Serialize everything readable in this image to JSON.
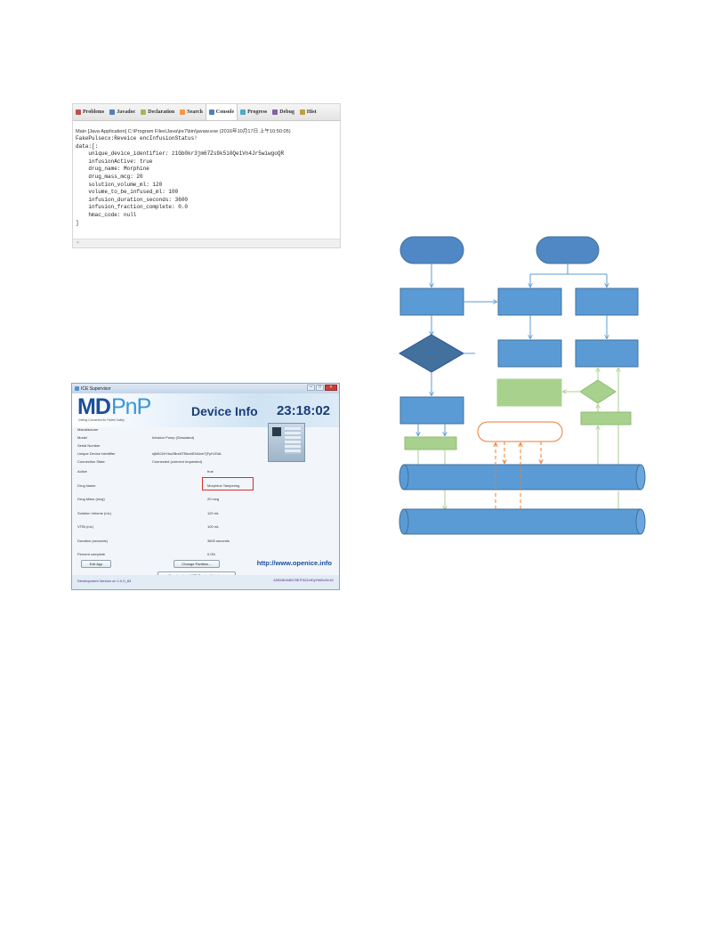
{
  "console": {
    "tabs": [
      {
        "label": "Problems",
        "color": "#c0504d"
      },
      {
        "label": "Javadoc",
        "color": "#4f81bd"
      },
      {
        "label": "Declaration",
        "color": "#9bbb59"
      },
      {
        "label": "Search",
        "color": "#f79646"
      },
      {
        "label": "Console",
        "color": "#4f81bd",
        "active": true
      },
      {
        "label": "Progress",
        "color": "#4bacc6"
      },
      {
        "label": "Debug",
        "color": "#8064a2"
      },
      {
        "label": "Hist",
        "color": "#c0a040"
      }
    ],
    "launch_line": "Main [Java Application] C:\\Program Files\\Java\\jre7\\bin\\javaw.exe (2016年10月17日 上午10:50:05)",
    "lines": [
      "FakePulsecx:Reveice encInfusionStatus!",
      "data:[:",
      "    unique_device_identifier: z1Gb0kr3jm67Zs9k5i0Qe1Vn4Jr5wiwgoQR",
      "    infusionActive: true",
      "    drug_name: Morphine",
      "    drug_mass_mcg: 20",
      "    solution_volume_ml: 120",
      "    volume_to_be_infused_ml: 100",
      "    infusion_duration_seconds: 3600",
      "    infusion_fraction_complete: 0.0",
      "    hmac_code: null",
      "]"
    ],
    "scroll_marker": "<"
  },
  "ice": {
    "window_title": "ICE Supervisor",
    "logo_md": "MD",
    "logo_pnp": "PnP",
    "tagline": "Getting Connected for Patient Safety",
    "title": "Device Info",
    "clock": "23:18:02",
    "info_rows": [
      {
        "label": "Manufacturer",
        "value": ""
      },
      {
        "label": "Model",
        "value": "Infusion Pump (Simulated)"
      },
      {
        "label": "Serial Number",
        "value": ""
      },
      {
        "label": "Unique Device Identifier",
        "value": "sjM8J2eYkw2BrsNTBkm5DiAbmTjFyHJGdL"
      },
      {
        "label": "Connection State",
        "value": "Connected (connect requested)"
      }
    ],
    "status_rows": [
      {
        "label": "Active",
        "value": "true"
      },
      {
        "label": "Drug Name",
        "value": "Morphine Tampering"
      },
      {
        "label": "Drug Mass (mcg)",
        "value": "20 mcg"
      },
      {
        "label": "Solution Volume (mL)",
        "value": "120 mL"
      },
      {
        "label": "VTBI (mL)",
        "value": "100 mL"
      },
      {
        "label": "Duration (seconds)",
        "value": "3600 seconds"
      },
      {
        "label": "Percent complete",
        "value": "0.0%"
      }
    ],
    "buttons": {
      "exit": "Exit App",
      "change_partition": "Change Partition...",
      "create_adapter": "Create a local ICE Device Adapter..."
    },
    "url": "http://www.openice.info",
    "version": "Development Version on 1.0.0_63",
    "hash": "A2lDl4iKhh8017i8HTN2Zo9DyYe6Do2bl.bV"
  },
  "diagram": {
    "colors": {
      "blue": "#5b9bd5",
      "blue_dark": "#41719c",
      "green": "#a9d18e",
      "orange": "#ed7d31"
    },
    "nodes": [
      {
        "id": "start-left",
        "shape": "terminator"
      },
      {
        "id": "start-right",
        "shape": "terminator"
      },
      {
        "id": "process-left-1",
        "shape": "process"
      },
      {
        "id": "process-center-1",
        "shape": "process"
      },
      {
        "id": "process-right-1",
        "shape": "process"
      },
      {
        "id": "decision-left",
        "shape": "decision"
      },
      {
        "id": "process-center-2",
        "shape": "process"
      },
      {
        "id": "process-right-2",
        "shape": "process"
      },
      {
        "id": "green-box-center",
        "shape": "process"
      },
      {
        "id": "green-decision-right",
        "shape": "decision"
      },
      {
        "id": "process-left-2",
        "shape": "process"
      },
      {
        "id": "orange-terminator",
        "shape": "terminator"
      },
      {
        "id": "green-bar-left",
        "shape": "process"
      },
      {
        "id": "green-bar-right",
        "shape": "process"
      },
      {
        "id": "bus-upper",
        "shape": "pipe"
      },
      {
        "id": "bus-lower",
        "shape": "pipe"
      }
    ]
  }
}
